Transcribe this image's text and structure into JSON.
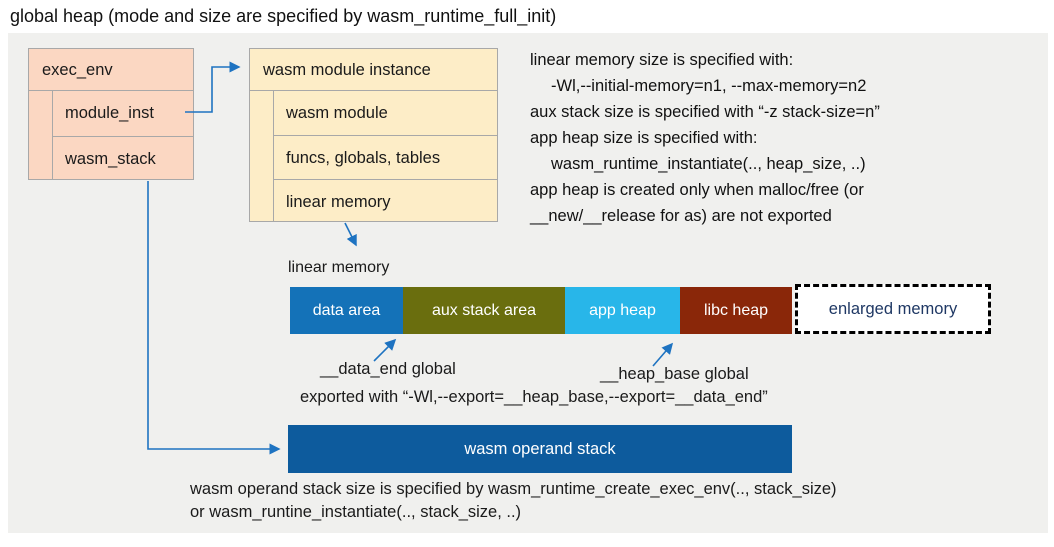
{
  "title": "global heap (mode and size are specified by wasm_runtime_full_init)",
  "exec_env_box": {
    "header": "exec_env",
    "rows": [
      "module_inst",
      "wasm_stack"
    ]
  },
  "module_instance_box": {
    "header": "wasm module instance",
    "rows": [
      "wasm module",
      "funcs, globals, tables",
      "linear memory"
    ]
  },
  "notes": {
    "lines": [
      {
        "text": "linear memory size is specified with:"
      },
      {
        "text": "-Wl,--initial-memory=n1, --max-memory=n2"
      },
      {
        "text": "aux stack size is specified with “-z stack-size=n”"
      },
      {
        "text": "app heap size is specified with:"
      },
      {
        "text": "wasm_runtime_instantiate(.., heap_size, ..)"
      },
      {
        "text": "app heap is created only when malloc/free (or"
      },
      {
        "text": "__new/__release for as) are not exported"
      }
    ]
  },
  "linear_memory": {
    "label": "linear memory",
    "segments": [
      {
        "label": "data area",
        "color": "#1472b8"
      },
      {
        "label": "aux stack area",
        "color": "#6a6e0e"
      },
      {
        "label": "app heap",
        "color": "#28b6e9"
      },
      {
        "label": "libc heap",
        "color": "#8a2709"
      }
    ],
    "enlarged_label": "enlarged memory",
    "data_end_label": "__data_end global",
    "heap_base_label": "__heap_base global",
    "exported_note": "exported with “-Wl,--export=__heap_base,--export=__data_end”"
  },
  "operand_stack": {
    "label": "wasm operand stack",
    "note_line1": "wasm operand stack size is specified by wasm_runtime_create_exec_env(.., stack_size)",
    "note_line2": "or wasm_runtine_instantiate(.., stack_size, ..)"
  },
  "colors": {
    "panel_bg": "#f0f0ee",
    "struct_pink": "#fbd7c2",
    "struct_yellow": "#fdedc7",
    "border_gray": "#a8a8a8",
    "data_area_blue": "#1472b8",
    "aux_stack_olive": "#6a6e0e",
    "app_heap_cyan": "#28b6e9",
    "libc_heap_maroon": "#8a2709",
    "operand_stack_blue": "#0d5b9d",
    "enlarged_text_navy": "#1f3864",
    "arrow_blue": "#1e73c1"
  }
}
